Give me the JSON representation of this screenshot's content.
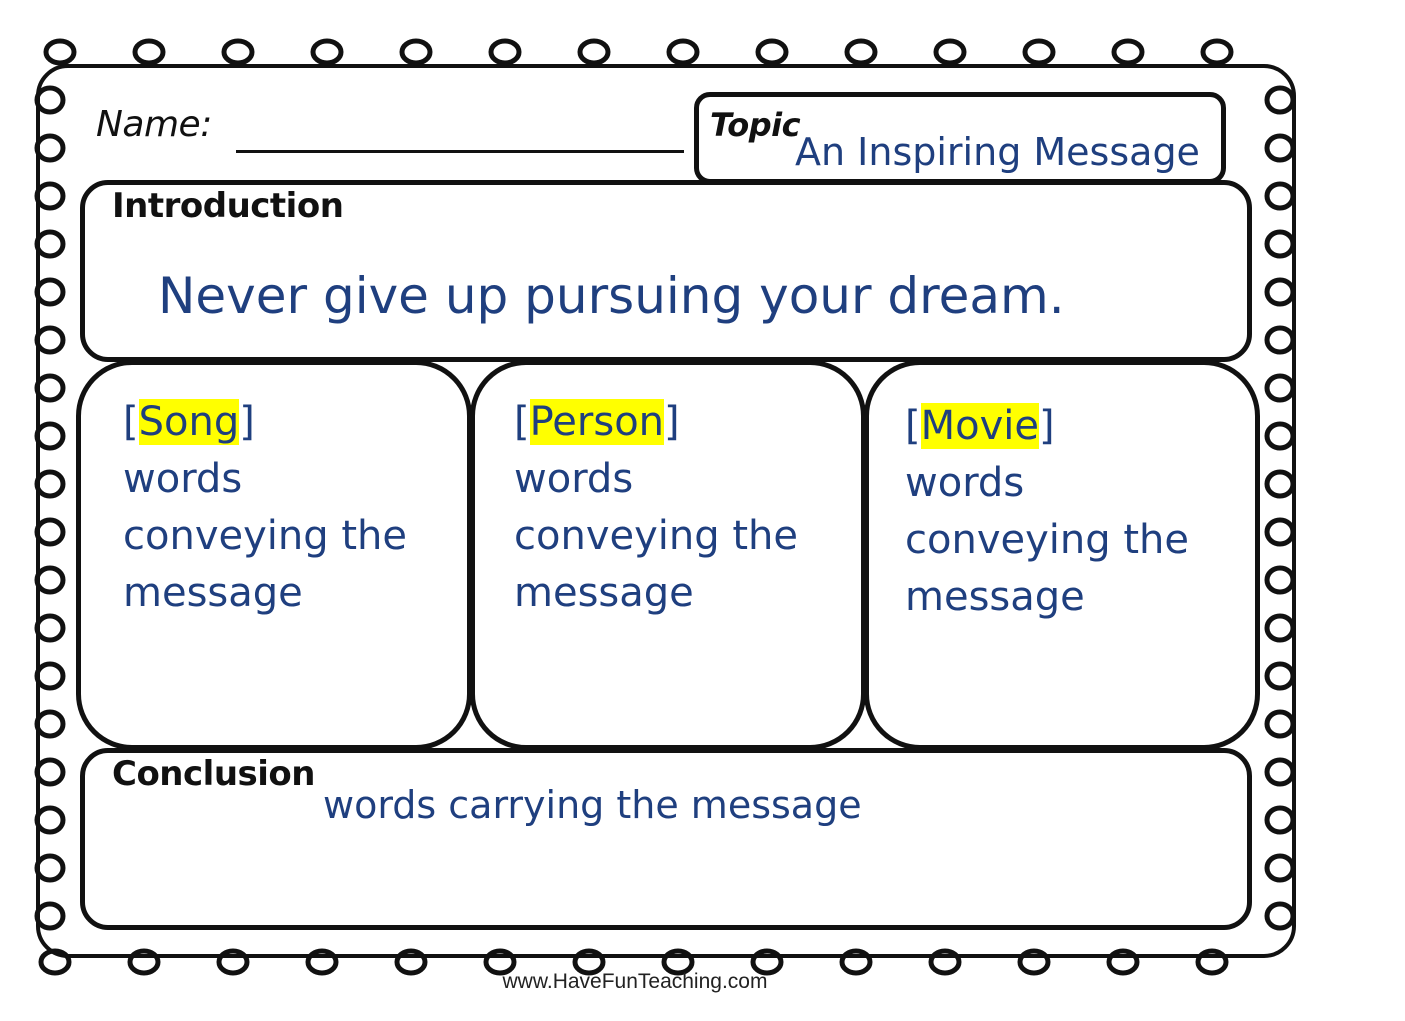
{
  "header": {
    "name_label": "Name:",
    "topic_label": "Topic",
    "topic_value": "An Inspiring Message"
  },
  "introduction": {
    "label": "Introduction",
    "text": "Never give up pursuing your dream."
  },
  "body": [
    {
      "open": "[",
      "highlight": "Song",
      "close": "]",
      "text": "words conveying the message"
    },
    {
      "open": "[",
      "highlight": "Person",
      "close": "]",
      "text": "words conveying the message"
    },
    {
      "open": "[",
      "highlight": "Movie",
      "close": "]",
      "text": "words conveying the message"
    }
  ],
  "conclusion": {
    "label": "Conclusion",
    "text": "words carrying the message"
  },
  "footer": "www.HaveFunTeaching.com",
  "colors": {
    "text_blue": "#1f3f7f",
    "highlight": "#ffff00",
    "ink": "#111111"
  }
}
